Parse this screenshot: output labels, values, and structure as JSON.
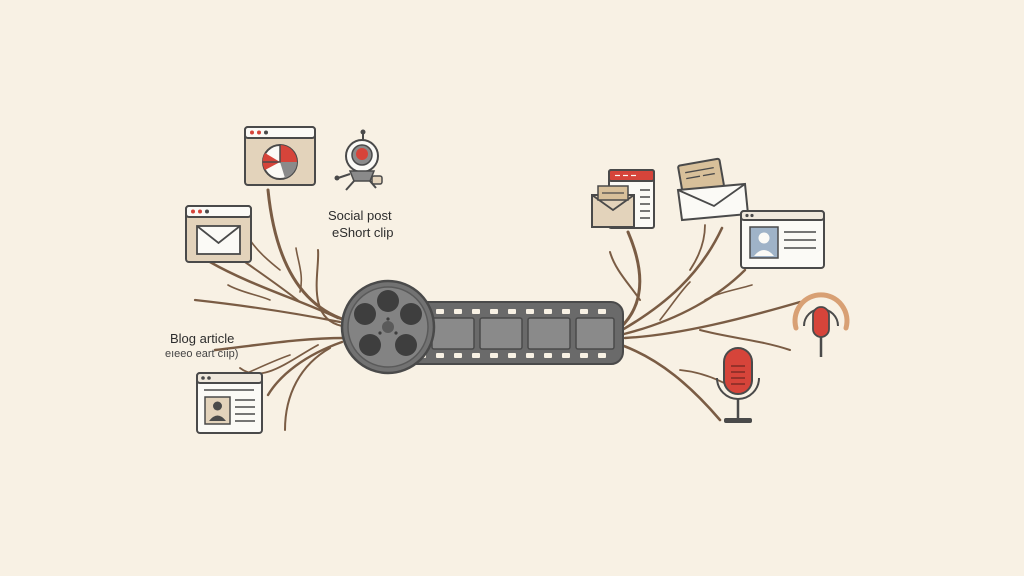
{
  "labels": {
    "social_post": "Social post",
    "short_clip": "еShort clip",
    "blog_article": "Blog article",
    "blog_sub": "eıeeο eart cıip)"
  },
  "colors": {
    "background": "#f8f1e4",
    "branch": "#7a5c44",
    "outline": "#4a4a4a",
    "reel": "#666666",
    "film_frame": "#7f7f7f",
    "accent_red": "#d6443a",
    "panel_tan": "#e3d3bb",
    "panel_white": "#fbfaf6",
    "avatar_blue": "#9fb3c8"
  },
  "icons": [
    "browser-window-icon",
    "pie-chart-icon",
    "envelope-icon",
    "robot-camera-icon",
    "article-page-icon",
    "film-reel-icon",
    "film-strip-icon",
    "newsletter-icon",
    "mail-letter-icon",
    "profile-card-icon",
    "broadcast-icon",
    "microphone-icon"
  ]
}
